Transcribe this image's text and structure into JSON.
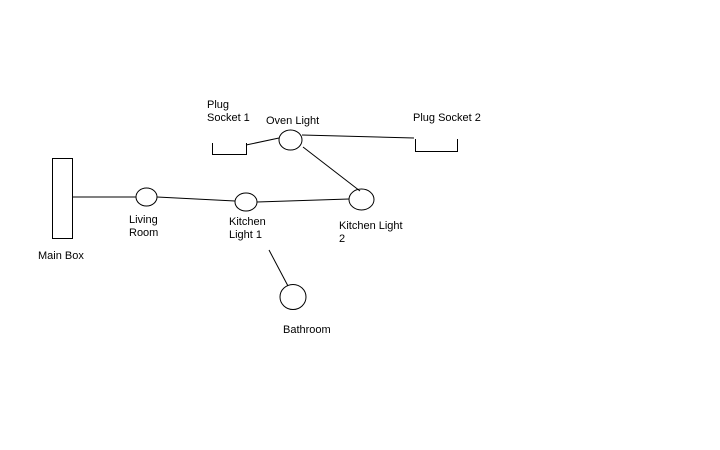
{
  "diagram": {
    "labels": {
      "main_box": "Main Box",
      "living_room": [
        "Living",
        "Room"
      ],
      "kitchen_light_1": [
        "Kitchen",
        "Light 1"
      ],
      "kitchen_light_2": [
        "Kitchen Light",
        "2"
      ],
      "oven_light": "Oven Light",
      "plug_socket_1": [
        "Plug",
        "Socket 1"
      ],
      "plug_socket_2": "Plug Socket 2",
      "bathroom": "Bathroom"
    }
  }
}
